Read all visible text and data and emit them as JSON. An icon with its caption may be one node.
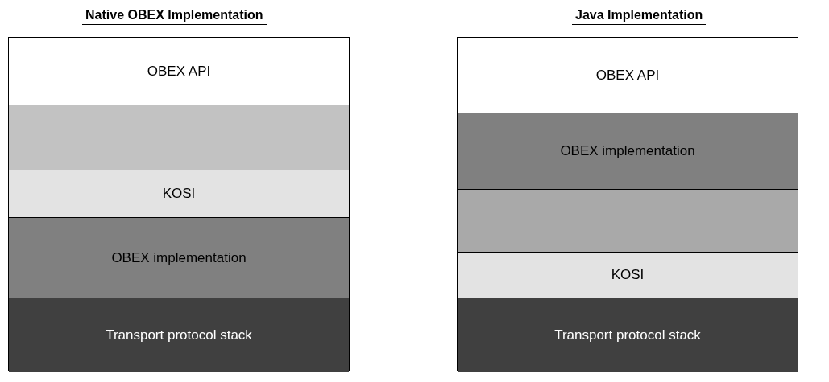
{
  "diagram": {
    "nodes": [
      {
        "text": [
          "Native OBEX Implementation"
        ]
      },
      {
        "text": [
          "OBEX API"
        ],
        "in": 0
      },
      {
        "text": [],
        "shape": "box",
        "in": 0
      },
      {
        "text": [
          "KOSI"
        ],
        "in": 0
      },
      {
        "text": [
          "OBEX implementation"
        ],
        "in": 0
      },
      {
        "text": [
          "Transport protocol stack"
        ],
        "in": 0
      },
      {
        "text": [
          "Java Implementation"
        ]
      },
      {
        "text": [
          "OBEX API"
        ],
        "in": 6
      },
      {
        "text": [
          "OBEX implementation"
        ],
        "in": 6
      },
      {
        "text": [],
        "shape": "box",
        "in": 6
      },
      {
        "text": [
          "KOSI"
        ],
        "in": 6
      },
      {
        "text": [
          "Transport protocol stack"
        ],
        "in": 6
      }
    ]
  }
}
